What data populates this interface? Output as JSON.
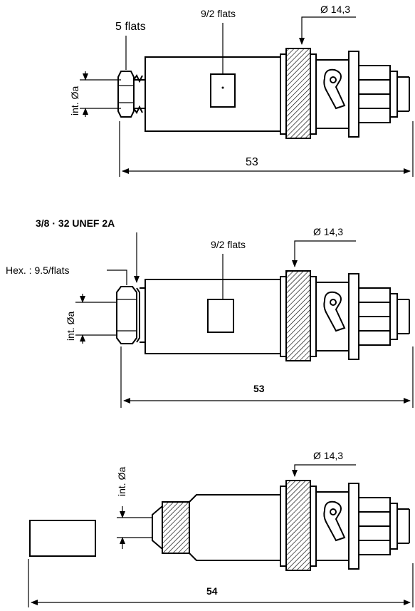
{
  "connectors": [
    {
      "flats_label": "5 flats",
      "wrench_label": "9/2 flats",
      "diameter_label": "Ø 14,3",
      "bore_label": "int. Øa",
      "length_label": "53"
    },
    {
      "thread_label": "3/8 · 32 UNEF 2A",
      "hex_label": "Hex. : 9.5/flats",
      "wrench_label": "9/2 flats",
      "diameter_label": "Ø 14,3",
      "bore_label": "int. Øa",
      "length_label": "53"
    },
    {
      "diameter_label": "Ø 14,3",
      "bore_label": "int. Øa",
      "length_label": "54"
    }
  ]
}
